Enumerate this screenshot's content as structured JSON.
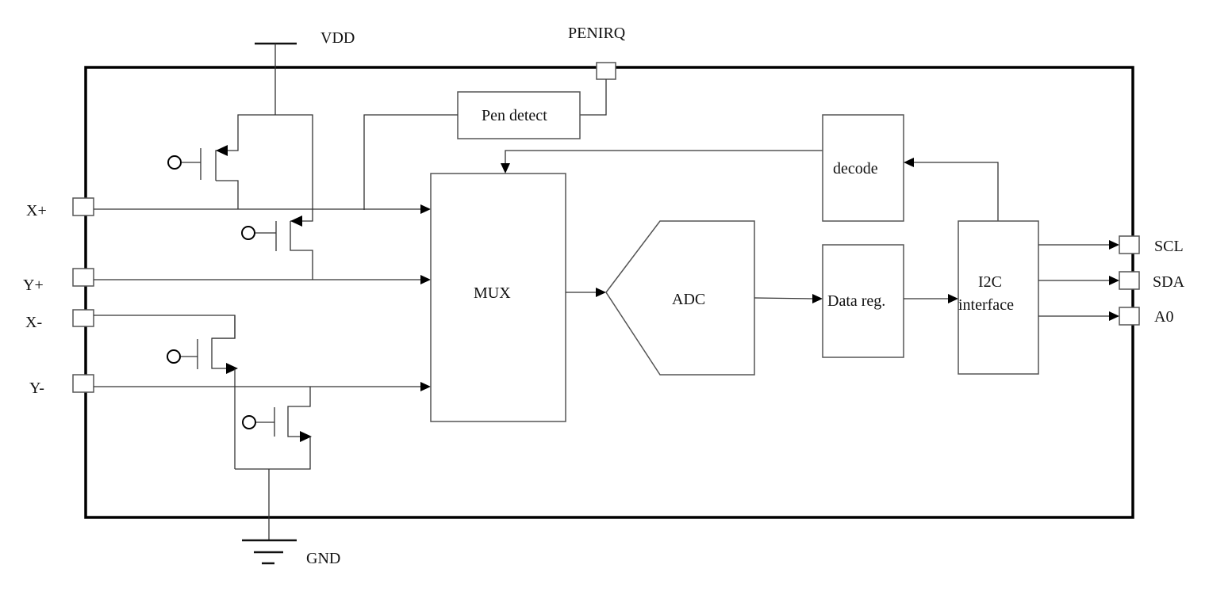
{
  "diagram": {
    "title": "Touch screen controller block diagram",
    "power": {
      "vdd": "VDD",
      "gnd": "GND"
    },
    "pins_left": [
      {
        "id": "xp",
        "label": "X+"
      },
      {
        "id": "yp",
        "label": "Y+"
      },
      {
        "id": "xm",
        "label": "X-"
      },
      {
        "id": "ym",
        "label": "Y-"
      }
    ],
    "pins_right": [
      {
        "id": "scl",
        "label": "SCL"
      },
      {
        "id": "sda",
        "label": "SDA"
      },
      {
        "id": "a0",
        "label": "A0"
      }
    ],
    "pin_top": {
      "id": "penirq",
      "label": "PENIRQ"
    },
    "blocks": {
      "pen_detect": "Pen detect",
      "mux": "MUX",
      "adc": "ADC",
      "data_reg": "Data reg.",
      "decode": "decode",
      "i2c_line1": "I2C",
      "i2c_line2": "interface"
    },
    "connections": [
      {
        "from": "X+",
        "to": "MUX"
      },
      {
        "from": "Y+",
        "to": "MUX"
      },
      {
        "from": "Y-",
        "to": "MUX"
      },
      {
        "from": "X+",
        "to": "Pen detect"
      },
      {
        "from": "Pen detect",
        "to": "PENIRQ"
      },
      {
        "from": "decode",
        "to": "MUX"
      },
      {
        "from": "MUX",
        "to": "ADC"
      },
      {
        "from": "ADC",
        "to": "Data reg."
      },
      {
        "from": "Data reg.",
        "to": "I2C interface"
      },
      {
        "from": "I2C interface",
        "to": "decode"
      },
      {
        "from": "I2C interface",
        "to": "SCL"
      },
      {
        "from": "I2C interface",
        "to": "SDA"
      },
      {
        "from": "I2C interface",
        "to": "A0"
      }
    ],
    "transistors": [
      {
        "id": "q1",
        "type": "PMOS",
        "net": "VDD to X+"
      },
      {
        "id": "q2",
        "type": "PMOS",
        "net": "VDD to Y+"
      },
      {
        "id": "q3",
        "type": "NMOS",
        "net": "X- to GND"
      },
      {
        "id": "q4",
        "type": "NMOS",
        "net": "Y- to GND"
      }
    ]
  }
}
